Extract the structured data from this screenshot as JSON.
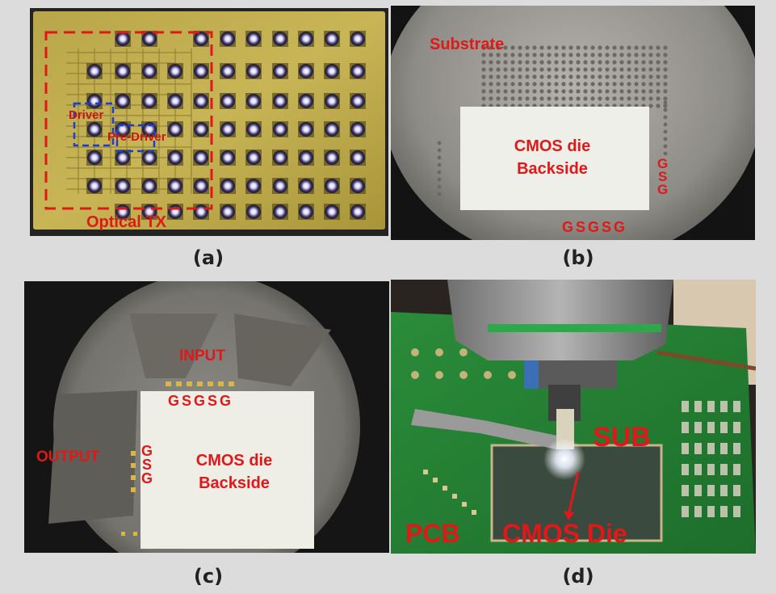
{
  "panels": {
    "a": {
      "caption": "(a)",
      "labels": {
        "driver": "Driver",
        "pre_driver": "Pre-Driver",
        "optical_tx": "Optical TX"
      }
    },
    "b": {
      "caption": "(b)",
      "labels": {
        "substrate": "Substrate",
        "die_line1": "CMOS die",
        "die_line2": "Backside",
        "gsg_v": [
          "G",
          "S",
          "G"
        ],
        "gsgsg_h": "GSGSG"
      }
    },
    "c": {
      "caption": "(c)",
      "labels": {
        "input": "INPUT",
        "gsgsg": "GSGSG",
        "output": "OUTPUT",
        "gsg_v": [
          "G",
          "S",
          "G"
        ],
        "die_line1": "CMOS die",
        "die_line2": "Backside"
      }
    },
    "d": {
      "caption": "(d)",
      "labels": {
        "sub": "SUB",
        "pcb": "PCB",
        "cmos_die": "CMOS Die"
      }
    }
  },
  "colors": {
    "annotation_red": "#e01818",
    "annotation_blue": "#1a3fd0",
    "background": "#dcdcdc"
  }
}
